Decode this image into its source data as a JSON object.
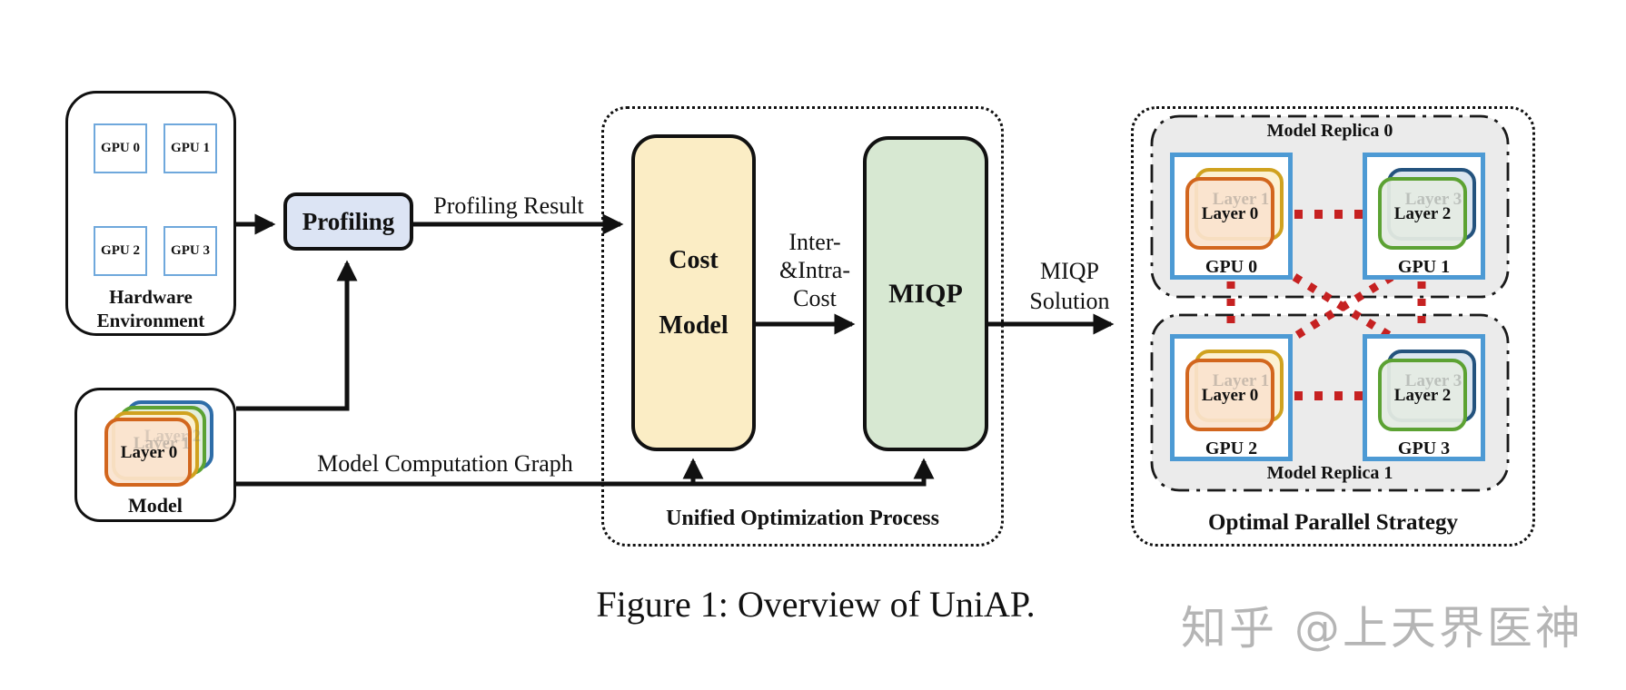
{
  "hardware": {
    "title_line1": "Hardware",
    "title_line2": "Environment",
    "gpus": [
      "GPU 0",
      "GPU 1",
      "GPU 2",
      "GPU 3"
    ]
  },
  "model": {
    "title": "Model",
    "front_layer": "Layer 0",
    "ghost_layer_1": "Layer 1",
    "ghost_layer_2": "Layer 2"
  },
  "profiling": {
    "label": "Profiling"
  },
  "edges": {
    "profiling_result": "Profiling Result",
    "model_computation_graph": "Model Computation Graph",
    "inter_intra_cost_lines": [
      "Inter-",
      "&Intra-",
      "Cost"
    ],
    "miqp_solution_lines": [
      "MIQP",
      "Solution"
    ]
  },
  "optimization": {
    "title": "Unified Optimization Process",
    "cost_model_lines": [
      "Cost",
      "Model"
    ],
    "miqp_label": "MIQP"
  },
  "strategy": {
    "title": "Optimal Parallel Strategy",
    "replicas": [
      {
        "title": "Model Replica 0",
        "gpus": [
          {
            "label": "GPU 0",
            "front_layer": "Layer 0",
            "back_layer": "Layer 1"
          },
          {
            "label": "GPU 1",
            "front_layer": "Layer 2",
            "back_layer": "Layer 3"
          }
        ]
      },
      {
        "title": "Model Replica 1",
        "gpus": [
          {
            "label": "GPU 2",
            "front_layer": "Layer 0",
            "back_layer": "Layer 1"
          },
          {
            "label": "GPU 3",
            "front_layer": "Layer 2",
            "back_layer": "Layer 3"
          }
        ]
      }
    ]
  },
  "caption": "Figure 1: Overview of UniAP.",
  "watermark": "知乎 @上天界医神",
  "colors": {
    "red_link": "#C62121",
    "gpu_border_blue": "#4D9AD4",
    "hw_gpu_border": "#6FA8DC",
    "profiling_fill": "#DCE4F4",
    "cost_fill": "#FBEDC5",
    "miqp_fill": "#D7E8D2",
    "replica_fill": "#EBEBEB",
    "card_orange": "#D2661E",
    "card_yellow": "#D0A21F",
    "card_green": "#5CA233",
    "card_navy": "#24537E",
    "card_blue": "#2E6DA8",
    "watermark_gray": "#B5B5B5"
  }
}
